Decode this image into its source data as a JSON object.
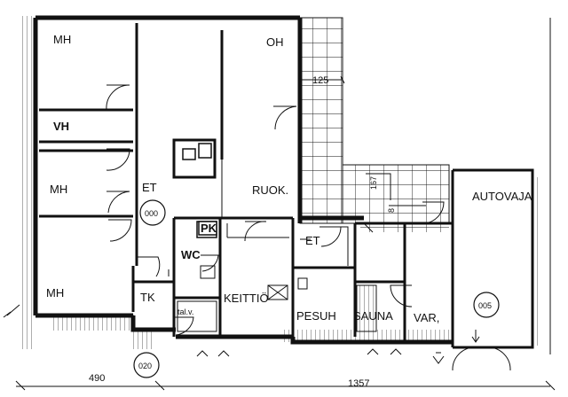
{
  "rooms": {
    "mh1": "MH",
    "vh": "VH",
    "mh2": "MH",
    "mh3": "MH",
    "oh": "OH",
    "et1": "ET",
    "ruok": "RUOK.",
    "autovaja": "AUTOVAJA",
    "pk": "PK",
    "wc": "WC",
    "et2": "ET",
    "tk": "TK",
    "keittio": "KEITTIÖ",
    "pesuh": "PESUH",
    "sauna": "SAUNA",
    "var": "VAR,",
    "talv": "tal.v."
  },
  "levels": {
    "center": "000",
    "entrance": "020",
    "garage": "005"
  },
  "dimensions": {
    "left": "490",
    "bottom": "1357",
    "terrace": "125",
    "stair_a": "167",
    "stair_b": "8"
  }
}
